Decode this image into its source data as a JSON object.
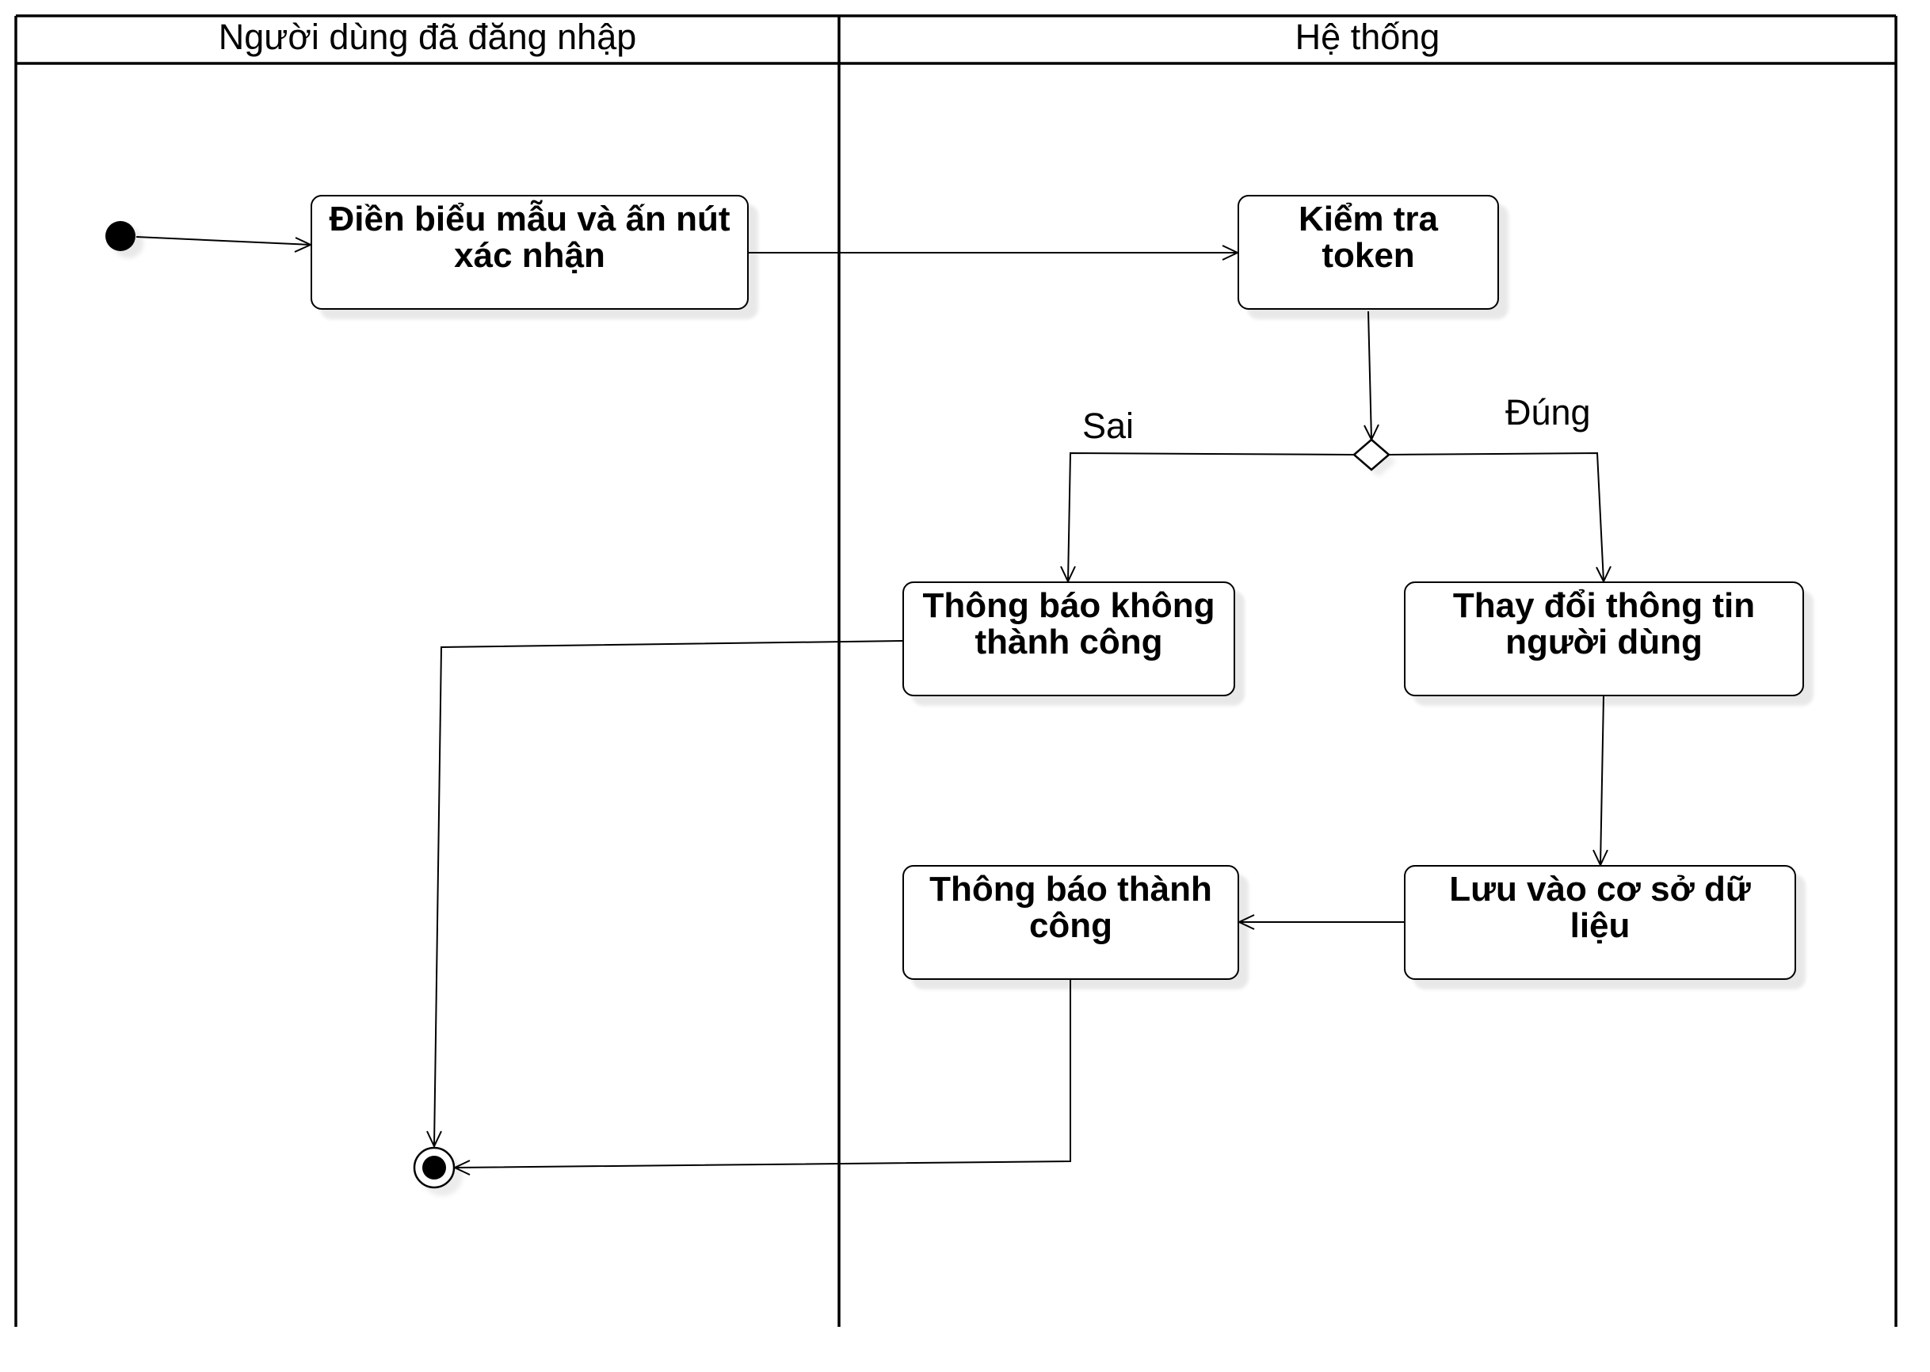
{
  "swimlanes": [
    {
      "id": "user",
      "title": "Người dùng đã đăng nhập"
    },
    {
      "id": "system",
      "title": "Hệ thống"
    }
  ],
  "nodes": {
    "fill_form": {
      "lines": [
        "Điền biểu mẫu và ấn nút",
        "xác nhận"
      ]
    },
    "check_token": {
      "lines": [
        "Kiểm tra",
        "token"
      ]
    },
    "notify_fail": {
      "lines": [
        "Thông báo không",
        "thành công"
      ]
    },
    "update_info": {
      "lines": [
        "Thay đổi thông tin",
        "người dùng"
      ]
    },
    "save_db": {
      "lines": [
        "Lưu vào cơ sở dữ",
        "liệu"
      ]
    },
    "notify_success": {
      "lines": [
        "Thông báo thành",
        "công"
      ]
    }
  },
  "decision": {
    "false_label": "Sai",
    "true_label": "Đúng"
  }
}
